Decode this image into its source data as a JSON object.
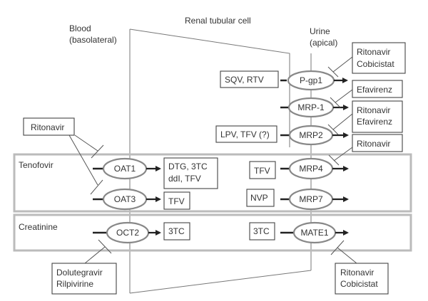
{
  "labels": {
    "blood": [
      "Blood",
      "(basolateral)"
    ],
    "cell": "Renal tubular cell",
    "urine": [
      "Urine",
      "(apical)"
    ],
    "tenofovir_region": "Tenofovir",
    "creatinine_region": "Creatinine"
  },
  "transporters": {
    "pgp1": "P-gp1",
    "mrp1": "MRP-1",
    "mrp2": "MRP2",
    "mrp4": "MRP4",
    "mrp7": "MRP7",
    "mate1": "MATE1",
    "oat1": "OAT1",
    "oat3": "OAT3",
    "oct2": "OCT2"
  },
  "substrates": {
    "pgp1": "SQV, RTV",
    "mrp2": "LPV, TFV (?)",
    "mrp4": "TFV",
    "mrp7": "NVP",
    "mate1": "3TC",
    "oat1": [
      "DTG, 3TC",
      "ddI, TFV"
    ],
    "oat3": "TFV",
    "oct2": "3TC"
  },
  "inhibitors": {
    "pgp1": [
      "Ritonavir",
      "Cobicistat"
    ],
    "mrp1": [
      "Efavirenz"
    ],
    "mrp2": [
      "Ritonavir",
      "Efavirenz"
    ],
    "mrp4": [
      "Ritonavir"
    ],
    "oat": [
      "Ritonavir"
    ],
    "oct2": [
      "Dolutegravir",
      "Rilpivirine"
    ],
    "mate1": [
      "Ritonavir",
      "Cobicistat"
    ]
  }
}
